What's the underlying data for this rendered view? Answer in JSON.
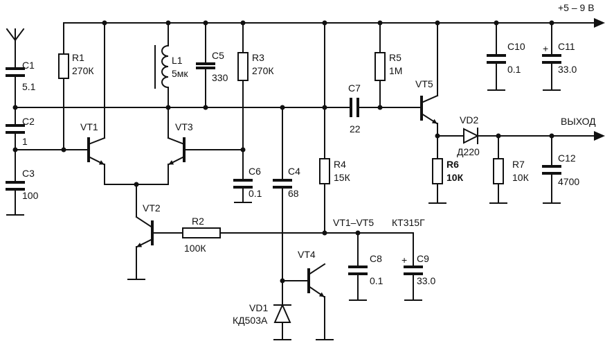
{
  "supply": "+5 – 9 В",
  "output": "ВЫХОД",
  "transistor_type_label": "VT1–VT5",
  "transistor_type": "КТ315Г",
  "components": {
    "C1": {
      "ref": "C1",
      "value": "5.1"
    },
    "C2": {
      "ref": "C2",
      "value": "1"
    },
    "C3": {
      "ref": "C3",
      "value": "100"
    },
    "R1": {
      "ref": "R1",
      "value": "270К"
    },
    "L1": {
      "ref": "L1",
      "value": "5мк"
    },
    "C5": {
      "ref": "C5",
      "value": "330"
    },
    "R3": {
      "ref": "R3",
      "value": "270К"
    },
    "C6": {
      "ref": "C6",
      "value": "0.1"
    },
    "C4": {
      "ref": "C4",
      "value": "68"
    },
    "R4": {
      "ref": "R4",
      "value": "15К"
    },
    "C7": {
      "ref": "C7",
      "value": "22"
    },
    "R5": {
      "ref": "R5",
      "value": "1М"
    },
    "C10": {
      "ref": "C10",
      "value": "0.1"
    },
    "C11": {
      "ref": "C11",
      "value": "33.0",
      "polarity": "+"
    },
    "R6": {
      "ref": "R6",
      "value": "10К"
    },
    "R7": {
      "ref": "R7",
      "value": "10К"
    },
    "C12": {
      "ref": "C12",
      "value": "4700"
    },
    "R2": {
      "ref": "R2",
      "value": "100К"
    },
    "C8": {
      "ref": "C8",
      "value": "0.1"
    },
    "C9": {
      "ref": "C9",
      "value": "33.0",
      "polarity": "+"
    },
    "VD1": {
      "ref": "VD1",
      "value": "КД503А"
    },
    "VD2": {
      "ref": "VD2",
      "value": "Д220"
    },
    "VT1": {
      "ref": "VT1"
    },
    "VT2": {
      "ref": "VT2"
    },
    "VT3": {
      "ref": "VT3"
    },
    "VT4": {
      "ref": "VT4"
    },
    "VT5": {
      "ref": "VT5"
    }
  }
}
